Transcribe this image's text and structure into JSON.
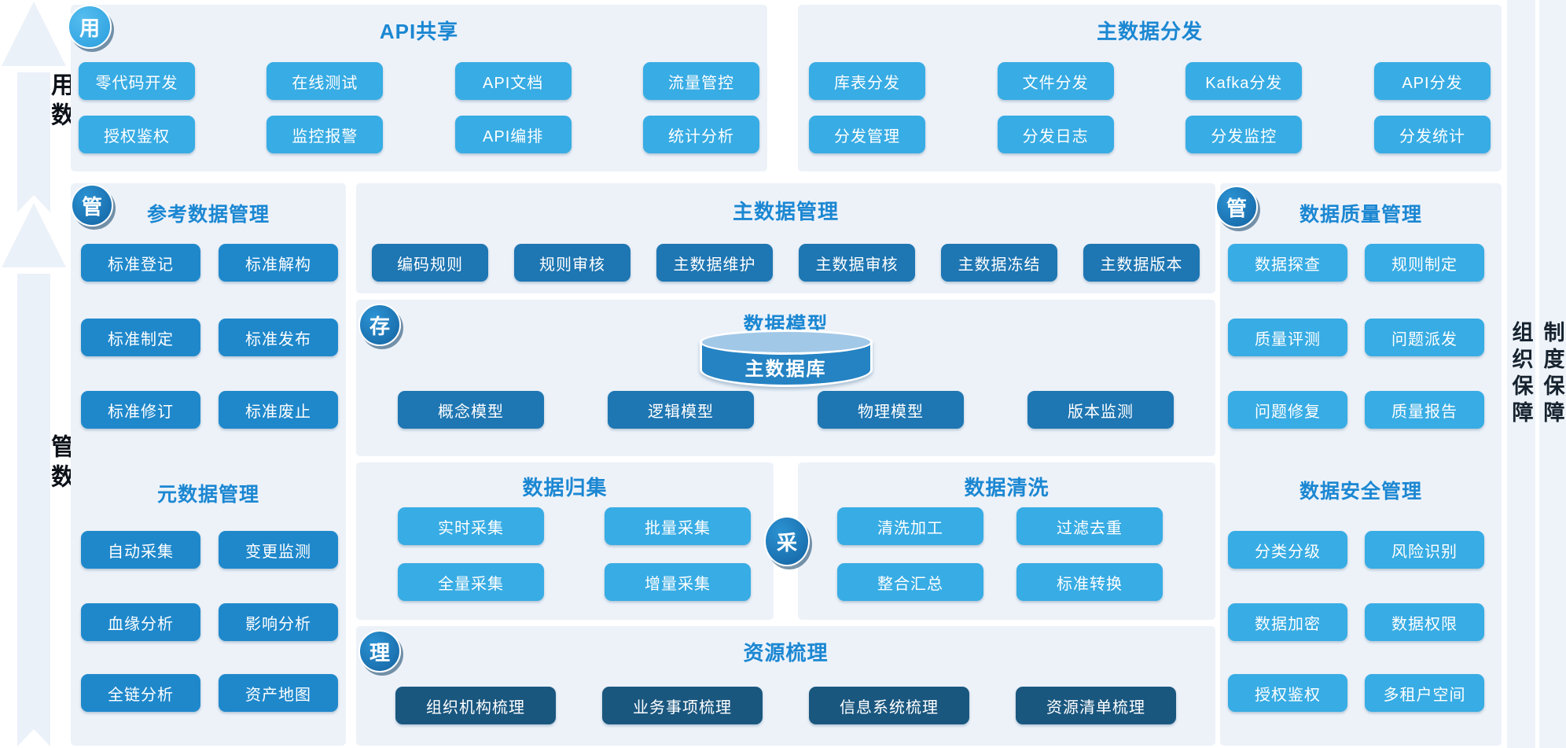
{
  "colors": {
    "panel_bg": "#edf2f9",
    "tile_light": "#38ace4",
    "tile_medium": "#1f88cb",
    "tile_deep": "#1e76b2",
    "tile_dark": "#1a577f",
    "title_blue": "#1b87d2",
    "rail_bg": "#eef3fa",
    "arrow_fill": "#ebf1f9"
  },
  "left_rail": {
    "top_label": "用数",
    "bottom_label": "管数"
  },
  "right_rail": {
    "bar1": "组织保障",
    "bar2": "制度保障"
  },
  "badges": {
    "use": "用",
    "manage_left": "管",
    "store": "存",
    "collect": "采",
    "organize": "理",
    "manage_right": "管"
  },
  "sections": {
    "api_share": {
      "title": "API共享",
      "items": [
        "零代码开发",
        "在线测试",
        "API文档",
        "流量管控",
        "授权鉴权",
        "监控报警",
        "API编排",
        "统计分析"
      ]
    },
    "master_distribution": {
      "title": "主数据分发",
      "items": [
        "库表分发",
        "文件分发",
        "Kafka分发",
        "API分发",
        "分发管理",
        "分发日志",
        "分发监控",
        "分发统计"
      ]
    },
    "reference_data": {
      "title": "参考数据管理",
      "items": [
        "标准登记",
        "标准解构",
        "标准制定",
        "标准发布",
        "标准修订",
        "标准废止"
      ]
    },
    "metadata": {
      "title": "元数据管理",
      "items": [
        "自动采集",
        "变更监测",
        "血缘分析",
        "影响分析",
        "全链分析",
        "资产地图"
      ]
    },
    "master_data": {
      "title": "主数据管理",
      "items": [
        "编码规则",
        "规则审核",
        "主数据维护",
        "主数据审核",
        "主数据冻结",
        "主数据版本"
      ]
    },
    "data_model": {
      "title": "数据模型",
      "database_label": "主数据库",
      "items": [
        "概念模型",
        "逻辑模型",
        "物理模型",
        "版本监测"
      ]
    },
    "data_collection": {
      "title": "数据归集",
      "items": [
        "实时采集",
        "批量采集",
        "全量采集",
        "增量采集"
      ]
    },
    "data_cleaning": {
      "title": "数据清洗",
      "items": [
        "清洗加工",
        "过滤去重",
        "整合汇总",
        "标准转换"
      ]
    },
    "resource_sorting": {
      "title": "资源梳理",
      "items": [
        "组织机构梳理",
        "业务事项梳理",
        "信息系统梳理",
        "资源清单梳理"
      ]
    },
    "data_quality": {
      "title": "数据质量管理",
      "items": [
        "数据探查",
        "规则制定",
        "质量评测",
        "问题派发",
        "问题修复",
        "质量报告"
      ]
    },
    "data_security": {
      "title": "数据安全管理",
      "items": [
        "分类分级",
        "风险识别",
        "数据加密",
        "数据权限",
        "授权鉴权",
        "多租户空间"
      ]
    }
  }
}
